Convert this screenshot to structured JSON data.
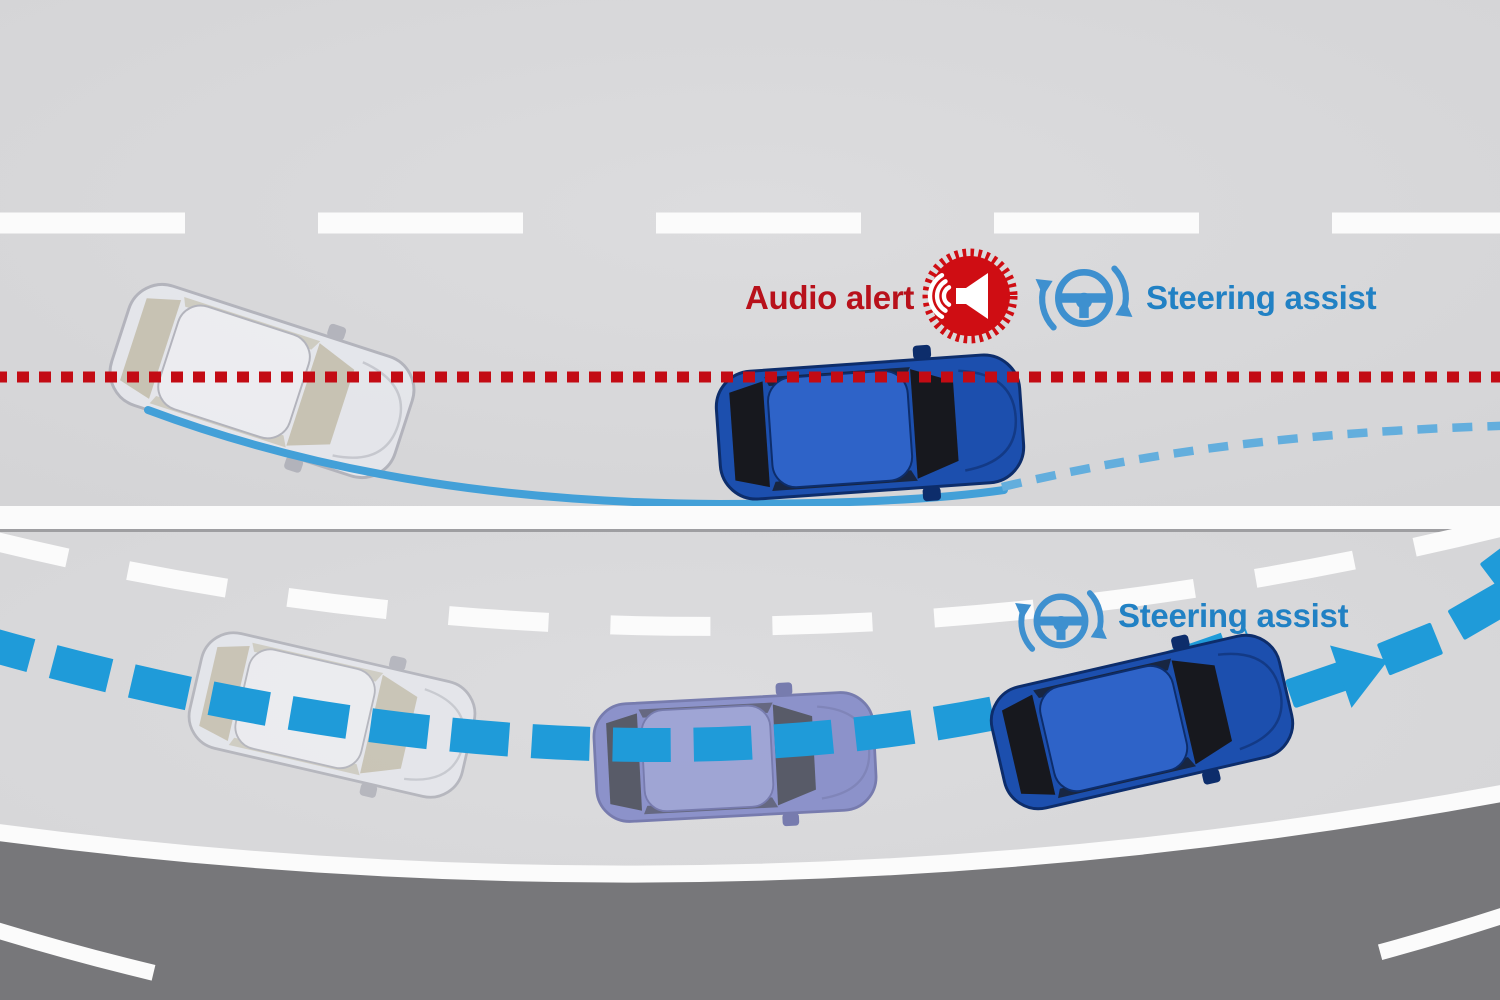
{
  "top_panel": {
    "audio_alert_label": "Audio alert",
    "steering_assist_label": "Steering assist"
  },
  "bottom_panel": {
    "steering_assist_label": "Steering assist"
  },
  "icons": {
    "audio_alert": "audio-burst-speaker-icon",
    "steering_assist": "steering-wheel-rotation-icon"
  },
  "colors": {
    "road_light": "#d3d3d5",
    "road_light_hi": "#dcdcde",
    "road_dark": "#77777a",
    "lane_white": "#fbfbfb",
    "divider_white": "#fbfbfb",
    "divider_edge": "#9e9ea1",
    "red_line": "#c30b14",
    "red_text": "#b8111b",
    "red_burst": "#cf0d13",
    "blue_text": "#2181c4",
    "blue_icon": "#3e90cf",
    "path_blue_thick": "#1f9bd9",
    "path_blue_thin": "#63aedd",
    "path_blue_solid": "#43a0d8",
    "car_blue_body": "#1c4fae",
    "car_blue_roof": "#2e63c8",
    "car_blue_stroke": "#0d2d6b",
    "car_glass_dark": "#17181e",
    "ghost_body": "#e8eaf0",
    "ghost_roof": "#f2f3f7",
    "ghost_glass": "#c3bda9",
    "ghost_stroke": "#a9aab4",
    "mid_body": "#8289c8",
    "mid_roof": "#979ed4",
    "mid_glass": "#474a59",
    "mid_stroke": "#6a6fa8"
  }
}
